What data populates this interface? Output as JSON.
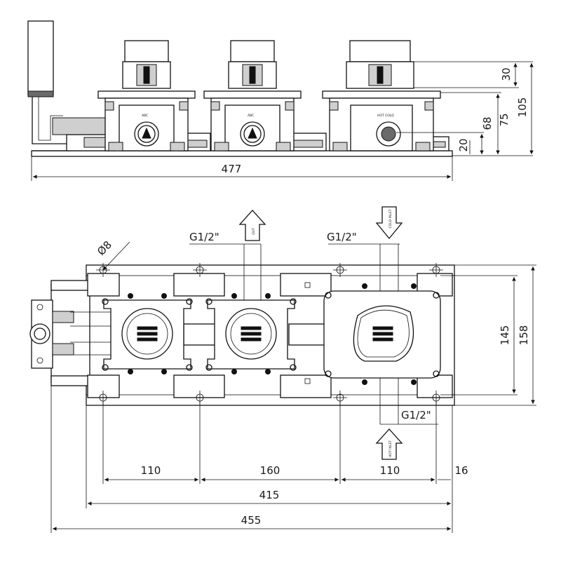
{
  "side_view": {
    "dimensions": {
      "overall_width": "477",
      "h30": "30",
      "h105": "105",
      "h75": "75",
      "h68": "68",
      "h20": "20"
    }
  },
  "plan_view": {
    "hole_diameter": "Ø8",
    "thread_out_top_left": "G1/2\"",
    "thread_in_top_right": "G1/2\"",
    "thread_in_bottom": "G1/2\"",
    "arrow_out_label": "OUT",
    "arrow_cold_label": "COLD INLET",
    "arrow_hot_label": "HOT INLET",
    "dimensions": {
      "d110_left": "110",
      "d160": "160",
      "d110_right": "110",
      "d16": "16",
      "d415": "415",
      "d455": "455",
      "h145": "145",
      "h158": "158"
    }
  }
}
